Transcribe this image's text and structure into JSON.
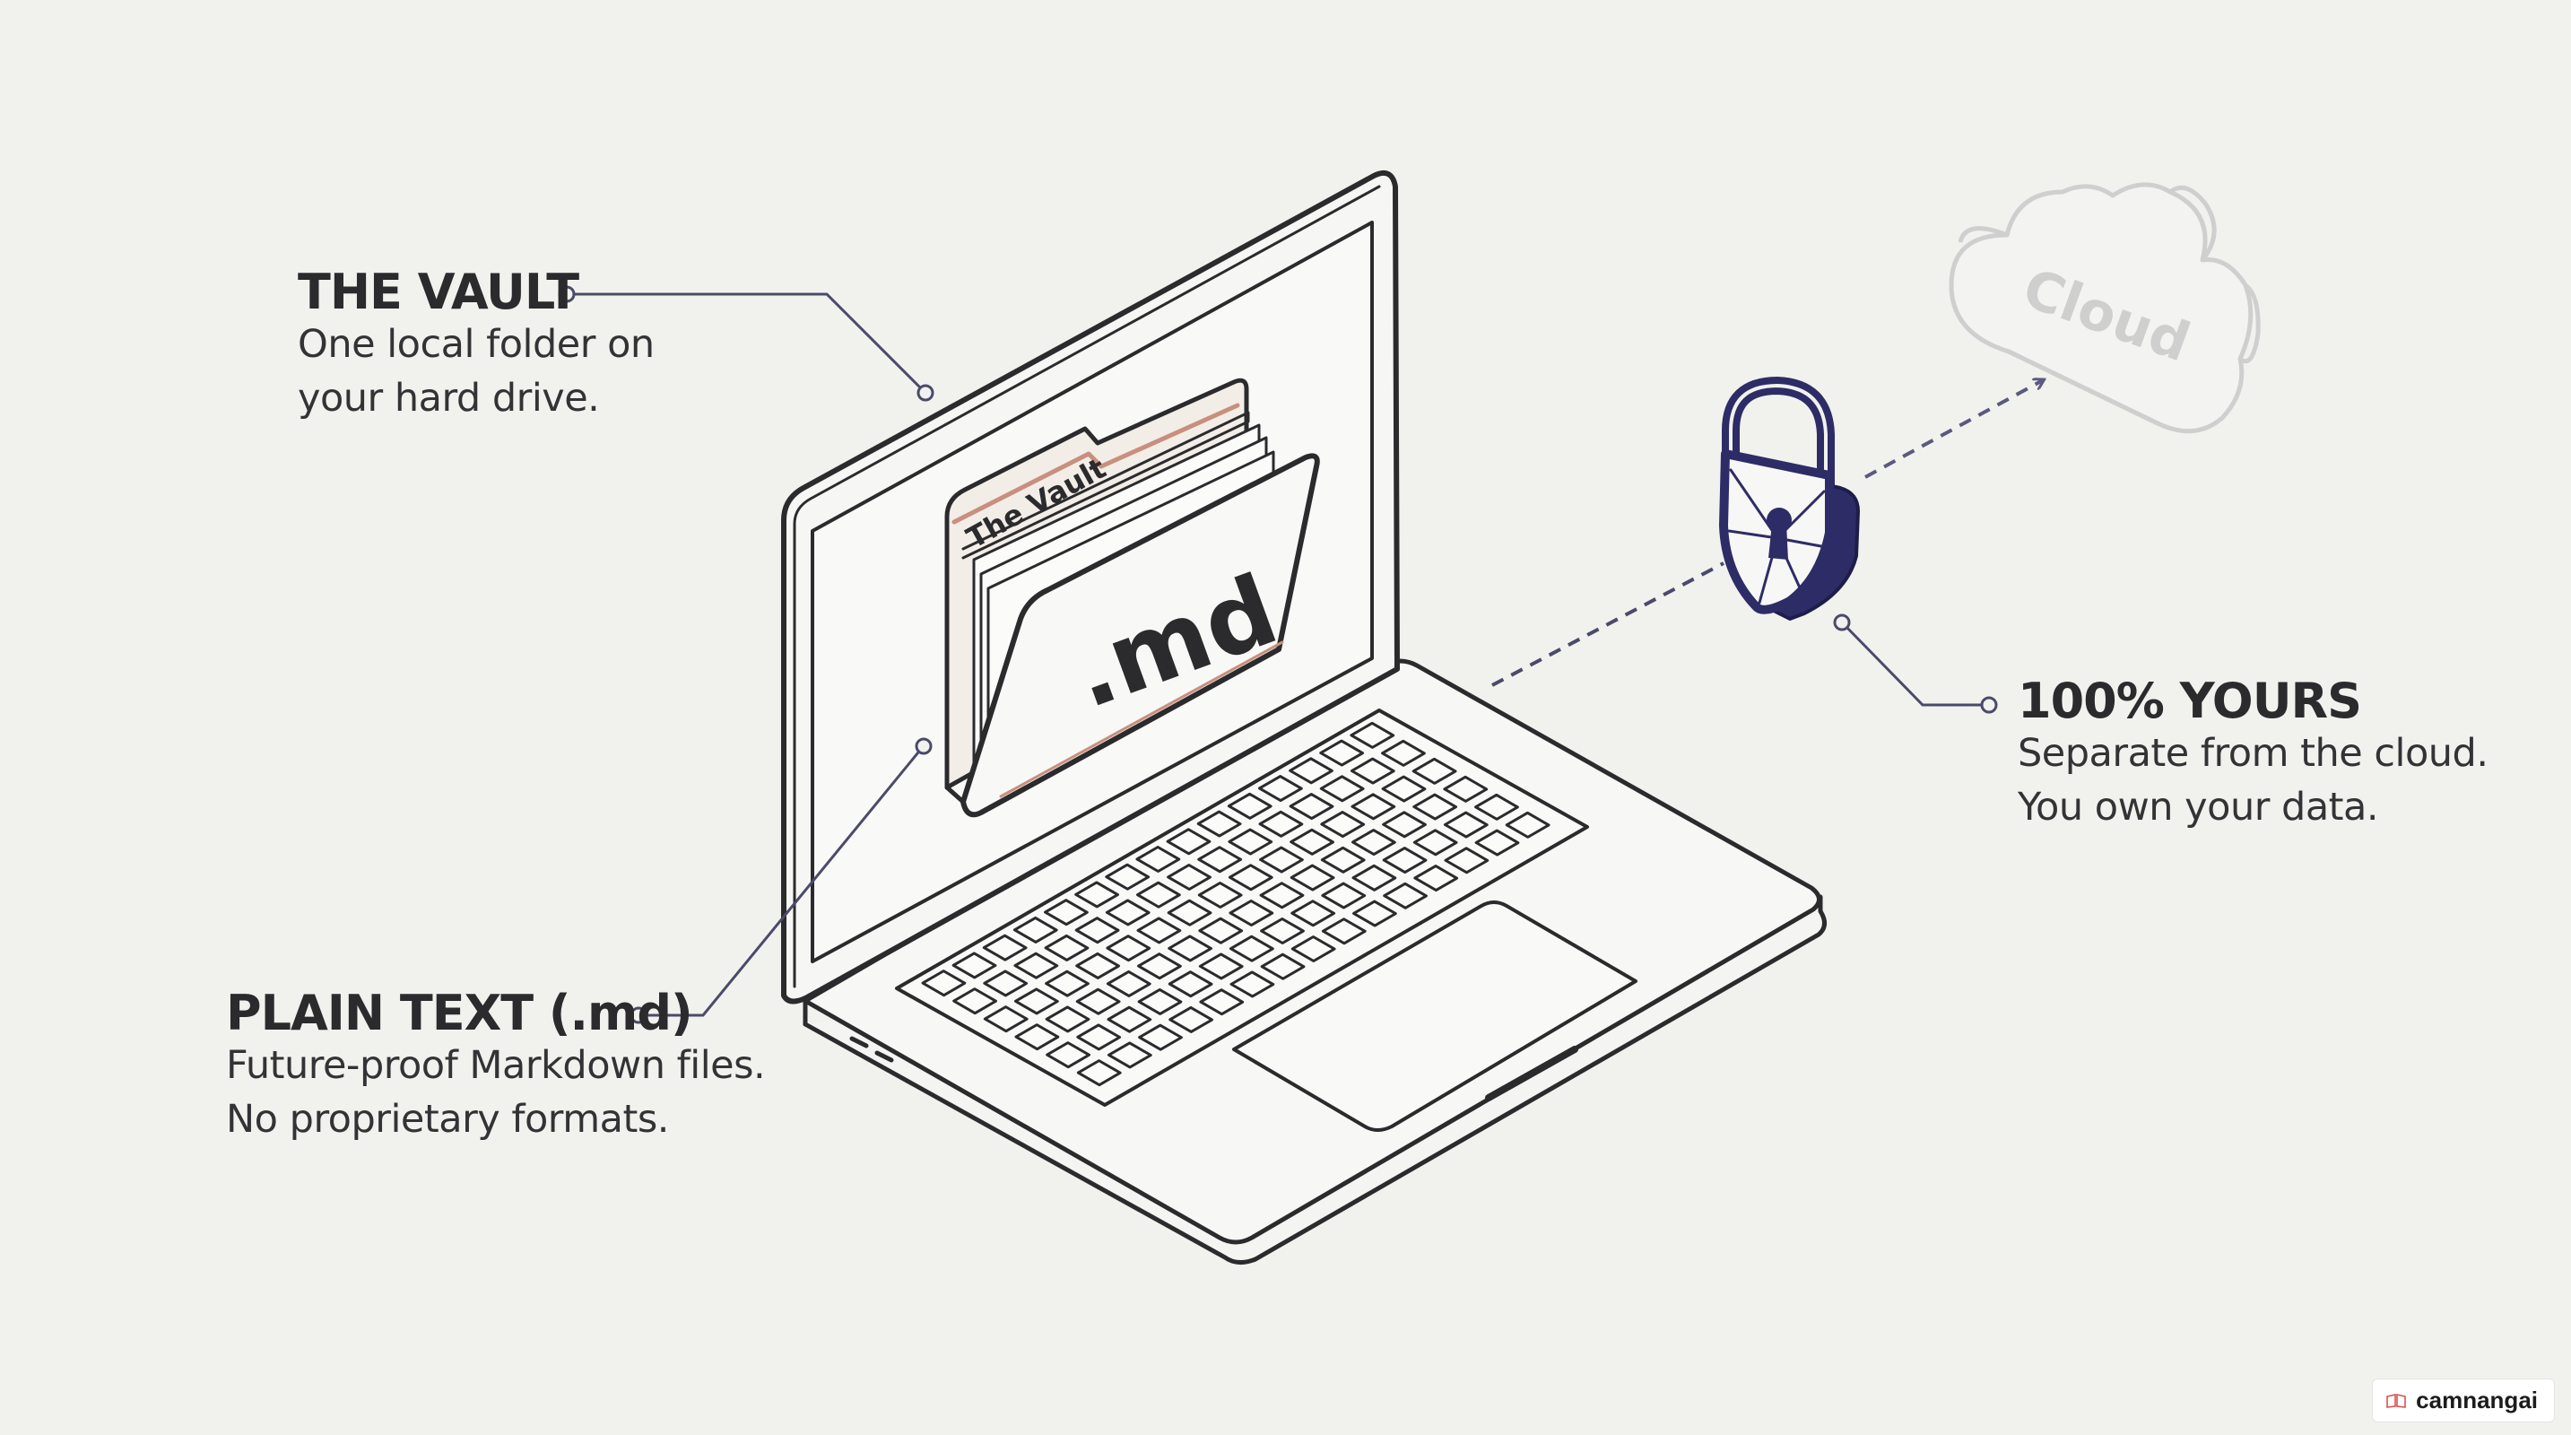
{
  "callouts": {
    "vault": {
      "heading": "THE VAULT",
      "lines": [
        "One local folder on",
        "your hard drive."
      ]
    },
    "plain_text": {
      "heading": "PLAIN TEXT (.md)",
      "lines": [
        "Future-proof Markdown files.",
        "No proprietary formats."
      ]
    },
    "yours": {
      "heading": "100% YOURS",
      "lines": [
        "Separate from the cloud.",
        "You own your data."
      ]
    }
  },
  "folder": {
    "tab_label": "The Vault",
    "file_extension": ".md"
  },
  "cloud": {
    "label": "Cloud"
  },
  "watermark": {
    "text": "camnangai"
  },
  "colors": {
    "background": "#f1f1ee",
    "ink": "#2b2b2e",
    "leader_line": "#4a4a6a",
    "lock_accent": "#2e2c66",
    "folder_accent": "#c98f7e",
    "cloud_stroke": "#cfcfcf"
  },
  "icons": [
    "laptop-icon",
    "folder-icon",
    "padlock-icon",
    "cloud-icon"
  ]
}
